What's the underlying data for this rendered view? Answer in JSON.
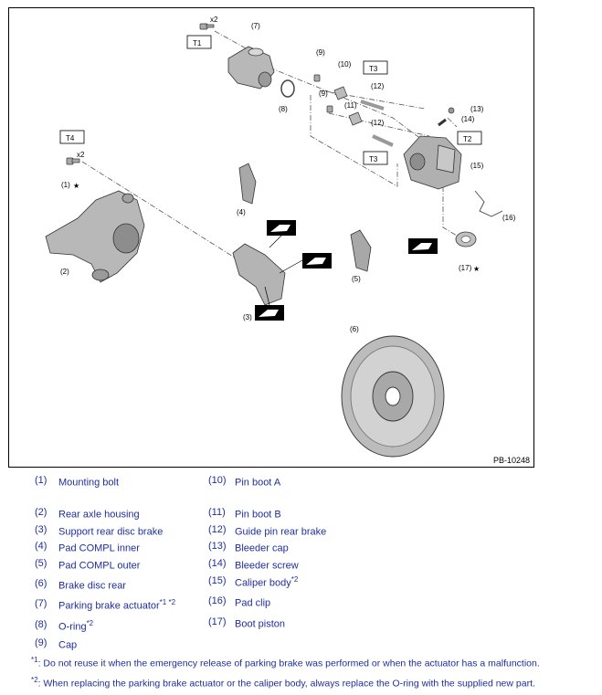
{
  "figure": {
    "id": "PB-10248",
    "torque_labels": [
      "T1",
      "T2",
      "T3",
      "T3",
      "T4"
    ],
    "qty_labels": [
      "x2",
      "x2"
    ],
    "callouts": [
      "(1)",
      "(2)",
      "(3)",
      "(4)",
      "(5)",
      "(6)",
      "(7)",
      "(8)",
      "(9)",
      "(9)",
      "(10)",
      "(11)",
      "(12)",
      "(12)",
      "(13)",
      "(14)",
      "(15)",
      "(16)",
      "(17)"
    ],
    "star": "★"
  },
  "legend": {
    "left": [
      {
        "num": "(1)",
        "name": "Mounting bolt",
        "sup": ""
      },
      {
        "num": "(2)",
        "name": "Rear axle housing",
        "sup": ""
      },
      {
        "num": "(3)",
        "name": "Support rear disc brake",
        "sup": ""
      },
      {
        "num": "(4)",
        "name": "Pad COMPL inner",
        "sup": ""
      },
      {
        "num": "(5)",
        "name": "Pad COMPL outer",
        "sup": ""
      },
      {
        "num": "(6)",
        "name": "Brake disc rear",
        "sup": ""
      },
      {
        "num": "(7)",
        "name": "Parking brake actuator",
        "sup": "*1 *2"
      },
      {
        "num": "(8)",
        "name": "O-ring",
        "sup": "*2"
      },
      {
        "num": "(9)",
        "name": "Cap",
        "sup": ""
      }
    ],
    "right": [
      {
        "num": "(10)",
        "name": "Pin boot A",
        "sup": ""
      },
      {
        "num": "(11)",
        "name": "Pin boot B",
        "sup": ""
      },
      {
        "num": "(12)",
        "name": "Guide pin rear brake",
        "sup": ""
      },
      {
        "num": "(13)",
        "name": "Bleeder cap",
        "sup": ""
      },
      {
        "num": "(14)",
        "name": "Bleeder screw",
        "sup": ""
      },
      {
        "num": "(15)",
        "name": "Caliper body",
        "sup": "*2"
      },
      {
        "num": "(16)",
        "name": "Pad clip",
        "sup": ""
      },
      {
        "num": "(17)",
        "name": "Boot piston",
        "sup": ""
      }
    ]
  },
  "notes": [
    {
      "mark": "*1",
      "text": ": Do not reuse it when the emergency release of parking brake was performed or when the actuator has a malfunction."
    },
    {
      "mark": "*2",
      "text": ": When replacing the parking brake actuator or the caliper body, always replace the O-ring with the supplied new part."
    }
  ]
}
